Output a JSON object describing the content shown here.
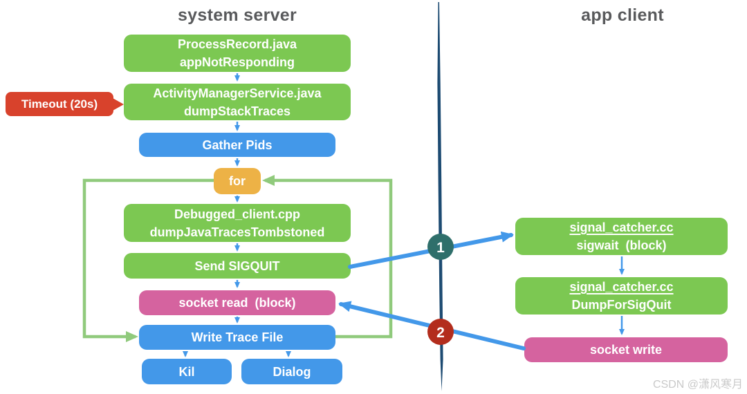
{
  "titles": {
    "left": "system server",
    "right": "app client"
  },
  "timeout": {
    "label": "Timeout (20s)"
  },
  "badges": {
    "one": "1",
    "two": "2"
  },
  "watermark": "CSDN @潇风寒月",
  "nodes": {
    "process_record": {
      "lines": [
        "ProcessRecord.java",
        "appNotResponding"
      ]
    },
    "activity_manager": {
      "lines": [
        "ActivityManagerService.java",
        "dumpStackTraces"
      ]
    },
    "gather_pids": {
      "label": "Gather Pids"
    },
    "for_loop": {
      "label": "for"
    },
    "debugged_client": {
      "lines": [
        "Debugged_client.cpp",
        "dumpJavaTracesTombstoned"
      ]
    },
    "send_sigquit": {
      "label": "Send SIGQUIT"
    },
    "socket_read": {
      "label": "socket read  (block)"
    },
    "write_trace_file": {
      "label": "Write Trace File"
    },
    "kil": {
      "label": "Kil"
    },
    "dialog": {
      "label": "Dialog"
    },
    "signal_catcher_sigwait": {
      "lines": [
        "signal_catcher.cc",
        "sigwait  (block)"
      ]
    },
    "signal_catcher_dump": {
      "lines": [
        "signal_catcher.cc",
        "DumpForSigQuit"
      ]
    },
    "socket_write": {
      "label": "socket write"
    }
  },
  "colors": {
    "node_green": "#7cc852",
    "node_blue": "#4398e9",
    "node_orange": "#edb246",
    "node_pink": "#d5639f",
    "timeout_red": "#d8422c",
    "badge_teal": "#2f6f6b",
    "badge_red": "#b32d1d",
    "divider_navy": "#1d4b72",
    "loop_green": "#90ca7c",
    "arrow_blue": "#4398e9",
    "title_gray": "#595a5c",
    "watermark_gray": "#c9c9c9"
  }
}
